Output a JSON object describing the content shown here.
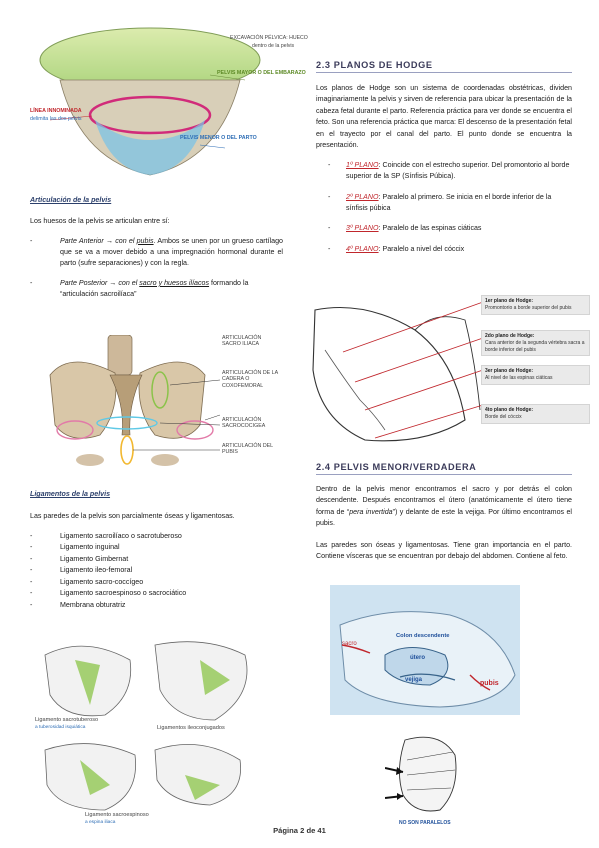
{
  "top_figure": {
    "label_excavacion": "EXCAVACIÓN PÉLVICA: HUECO",
    "label_dentro": "dentro de la pelvis",
    "label_mayor": "PELVIS MAYOR O DEL EMBARAZO",
    "label_linea": "LÍNEA INNOMINADA",
    "label_delimita": "delimita las dos pelvis",
    "label_menor": "PELVIS MENOR O DEL PARTO"
  },
  "articulacion": {
    "heading": "Articulación de la pelvis",
    "intro": "Los huesos de la pelvis se articulan entre sí:",
    "items": [
      {
        "bullet": "-",
        "lead": "Parte Anterior → con el ",
        "link": "pubis",
        "rest": ". Ambos se unen por un grueso cartílago que se va a mover debido a una impregnación hormonal durante el parto (sufre separaciones) y con la regla."
      },
      {
        "bullet": "-",
        "lead": "Parte Posterior → con el ",
        "link": "sacro y huesos ilíacos",
        "rest": " formando la “articulación sacroilíaca”"
      }
    ],
    "fig_labels": {
      "sacroiliaca": "ARTICULACIÓN SACRO ILIACA",
      "cadera": "ARTICULACIÓN DE LA CADERA O COXOFEMORAL",
      "sacrococcigea": "ARTICULACIÓN SACROCOCIGEA",
      "pubis": "ARTICULACIÓN DEL PUBIS"
    }
  },
  "ligamentos": {
    "heading": "Ligamentos de la pelvis",
    "intro": "Las paredes de la pelvis son parcialmente óseas y ligamentosas.",
    "items": [
      "Ligamento sacroilíaco o sacrotuberoso",
      "Ligamento inguinal",
      "Ligamento Gimbernat",
      "Ligamento ileo-femoral",
      "Ligamento sacro-coccígeo",
      "Ligamento sacroespinoso o sacrociático",
      "Membrana obturatriz"
    ],
    "bullet": "-",
    "fig": {
      "cap1": "Ligamento sacrotuberoso",
      "sub1": "a tuberosidad isquiática",
      "cap2": "Ligamentos ileoconjugados",
      "cap3": "Ligamento sacroespinoso",
      "sub3": "a espina iliaca"
    }
  },
  "hodge": {
    "heading": "2.3 PLANOS DE HODGE",
    "paragraph": "Los planos de Hodge son un sistema de coordenadas obstétricas, dividen imaginariamente la pelvis y sirven de referencia para ubicar la presentación de la cabeza fetal durante el parto. Referencia práctica para ver donde se encuentra el feto. Son una referencia práctica que marca: El descenso de la presentación fetal en el trayecto por el canal del parto. El punto donde se encuentra la presentación.",
    "planes": [
      {
        "bullet": "-",
        "label": "1º PLANO",
        "text": ": Coincide con el estrecho superior. Del promontorio al borde superior de la SP (Sínfisis Púbica)."
      },
      {
        "bullet": "-",
        "label": "2º PLANO",
        "text": ": Paralelo al primero. Se inicia en el borde inferior de la sínfisis púbica"
      },
      {
        "bullet": "-",
        "label": "3º PLANO",
        "text": ": Paralelo de las espinas ciáticas"
      },
      {
        "bullet": "-",
        "label": "4º PLANO",
        "text": ": Paralelo a nivel del cóccix"
      }
    ],
    "notes": [
      {
        "title": "1er plano de Hodge:",
        "body": "Promontorio a borde superior del pubis"
      },
      {
        "title": "2do plano de Hodge:",
        "body": "Cara anterior de la segunda vértebra sacra a borde inferior del pubis"
      },
      {
        "title": "3er plano de Hodge:",
        "body": "Al nivel de las espinas ciáticas"
      },
      {
        "title": "4to plano de Hodge:",
        "body": "Borde del cóccix"
      }
    ]
  },
  "menor": {
    "heading": "2.4 PELVIS MENOR/VERDADERA",
    "p1_a": "Dentro de la pelvis menor encontramos el sacro y por detrás el colon descendente. Después encontramos el útero (anatómicamente el útero tiene forma de “",
    "p1_italic": "pera invertida",
    "p1_b": "”) y delante de este la vejiga. Por último encontramos el pubis.",
    "p2": "Las paredes son óseas y ligamentosas. Tiene gran importancia en el parto. Contiene vísceras que se encuentran por debajo del abdomen. Contiene al feto.",
    "fig_labels": {
      "colon": "Colon descendente",
      "sacro": "sacro",
      "utero": "útero",
      "vejiga": "vejiga",
      "pubis": "pubis"
    },
    "no_paralelos": "NO SON PARALELOS"
  },
  "footer": {
    "page": "Página 2 de 41"
  },
  "colors": {
    "accent_red": "#c0262c",
    "heading_blue": "#3b3b5a",
    "link_blue": "#2d6db5",
    "green": "#8bc34a"
  }
}
